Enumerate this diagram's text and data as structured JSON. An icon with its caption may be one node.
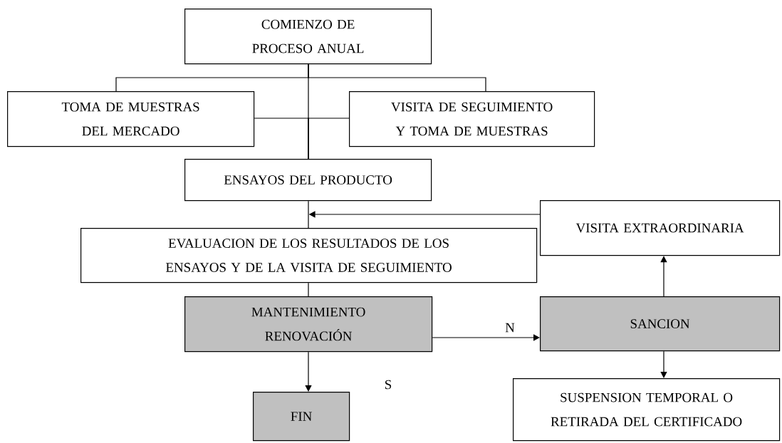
{
  "diagram": {
    "nodes": [
      {
        "text": [
          "COMIENZO DE PROCESO ANUAL"
        ]
      },
      {
        "text": [
          "TOMA DE MUESTRAS DEL MERCADO"
        ]
      },
      {
        "text": [
          "VISITA DE SEGUIMIENTO Y TOMA DE MUESTRAS"
        ]
      },
      {
        "text": [
          "ENSAYOS DEL PRODUCTO"
        ]
      },
      {
        "text": [
          "EVALUACION DE LOS RESULTADOS DE LOS ENSAYOS Y DE LA VISITA DE SEGUIMIENTO"
        ]
      },
      {
        "text": [
          "MANTENIMIENTO RENOVACIÓN"
        ]
      },
      {
        "text": [
          "FIN"
        ]
      },
      {
        "text": [
          "VISITA EXTRAORDINARIA"
        ]
      },
      {
        "text": [
          "SANCION"
        ]
      },
      {
        "text": [
          "SUSPENSION TEMPORAL O RETIRADA DEL CERTIFICADO"
        ]
      }
    ],
    "edges": [
      {
        "from": 0,
        "to": 1,
        "arrow": "none"
      },
      {
        "from": 0,
        "to": 2,
        "arrow": "none"
      },
      {
        "from": 0,
        "to": 3,
        "arrow": "none"
      },
      {
        "from": 1,
        "to": 3,
        "arrow": "none"
      },
      {
        "from": 2,
        "to": 3,
        "arrow": "none"
      },
      {
        "from": 3,
        "to": 4,
        "arrow": "none"
      },
      {
        "from": 7,
        "to": 4,
        "arrow": "to"
      },
      {
        "from": 4,
        "to": 5,
        "arrow": "none"
      },
      {
        "from": 5,
        "to": 6,
        "arrow": "to"
      },
      {
        "from": 5,
        "to": 8,
        "arrow": "to",
        "label": "N"
      },
      {
        "from": 8,
        "to": 7,
        "arrow": "to"
      },
      {
        "from": 8,
        "to": 9,
        "arrow": "to"
      }
    ],
    "labels": [
      "S"
    ]
  }
}
